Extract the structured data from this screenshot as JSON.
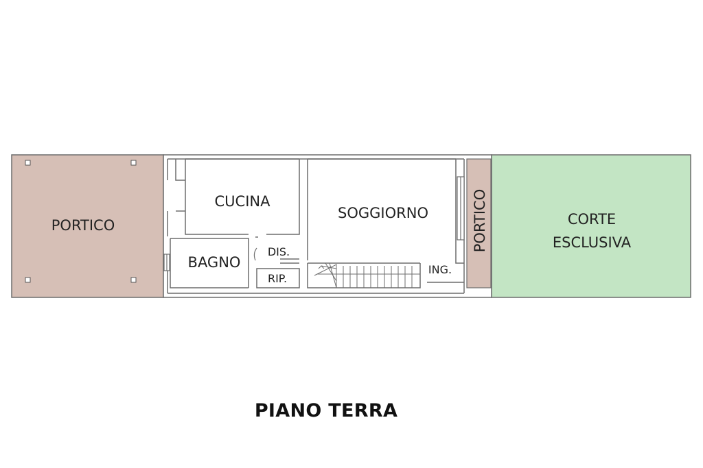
{
  "title": "PIANO TERRA",
  "colors": {
    "portico": "#d6bfb6",
    "corte": "#c3e5c4",
    "wall": "#6d6d6d",
    "interior": "#ffffff",
    "background": "#ffffff"
  },
  "rooms": {
    "portico_west": "PORTICO",
    "cucina": "CUCINA",
    "soggiorno": "SOGGIORNO",
    "portico_east": "PORTICO",
    "corte_line1": "CORTE",
    "corte_line2": "ESCLUSIVA",
    "bagno": "BAGNO",
    "disimpegno": "DIS.",
    "ripostiglio": "RIP.",
    "ingresso": "ING."
  }
}
